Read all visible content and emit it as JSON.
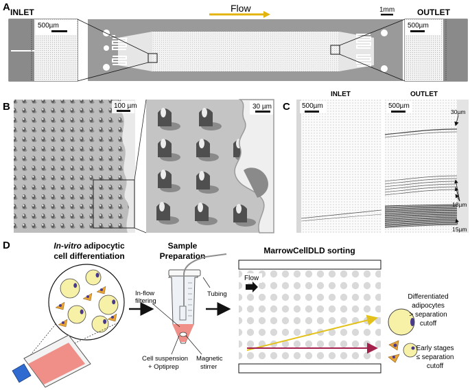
{
  "panelA": {
    "letter": "A",
    "inlet_label": "INLET",
    "outlet_label": "OUTLET",
    "flow_label": "Flow",
    "scale_main": "1mm",
    "scale_inlet": "500µm",
    "scale_outlet": "500µm",
    "colors": {
      "flow_arrow": "#e3b30d",
      "chip": "#9a9a9a"
    }
  },
  "panelB": {
    "letter": "B",
    "scale_left": "100 µm",
    "scale_right": "30 µm"
  },
  "panelC": {
    "letter": "C",
    "inlet_label": "INLET",
    "outlet_label": "OUTLET",
    "scale_inlet": "500µm",
    "scale_outlet": "500µm",
    "annotations": [
      "30µm",
      "18µm",
      "15µm"
    ]
  },
  "panelD": {
    "letter": "D",
    "step1_title_italic": "In-vitro",
    "step1_title_rest": "adipocytic",
    "step1_title_line2": "cell differentiation",
    "step2_title_line1": "Sample",
    "step2_title_line2": "Preparation",
    "step3_title": "MarrowCellDLD sorting",
    "label_inflow_1": "In-flow",
    "label_inflow_2": "filtering",
    "label_tubing": "Tubing",
    "label_suspension_1": "Cell suspension",
    "label_suspension_2": "+ Optiprep",
    "label_stirrer_1": "Magnetic",
    "label_stirrer_2": "stirrer",
    "label_flow": "Flow",
    "label_diff_1": "Differentiated",
    "label_diff_2": "adipocytes",
    "label_diff_3": "> separation",
    "label_diff_4": "cutoff",
    "label_early_1": "Early stages",
    "label_early_2": "≤ separation",
    "label_early_3": "cutoff",
    "colors": {
      "yellow_arrow": "#e3c11a",
      "red_arrow": "#a3204b",
      "cell_fill": "#f6f1a6",
      "nucleus": "#4a3a8c",
      "tube_liquid": "#ef8f88"
    }
  }
}
